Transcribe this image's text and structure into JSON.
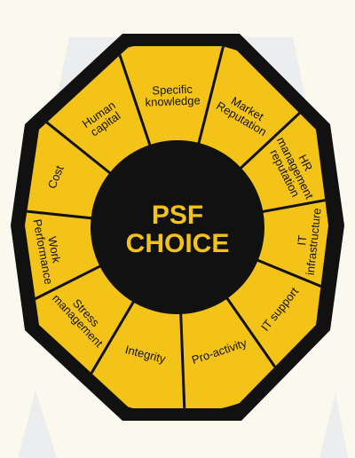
{
  "diagram": {
    "center": {
      "line1": "PSF",
      "line2": "CHOICE"
    },
    "segments": [
      {
        "lines": [
          "Cost"
        ]
      },
      {
        "lines": [
          "Human",
          "capital"
        ]
      },
      {
        "lines": [
          "Specific",
          "knowledge"
        ]
      },
      {
        "lines": [
          "Market",
          "Reputation"
        ]
      },
      {
        "lines": [
          "HR",
          "management",
          "reputation"
        ]
      },
      {
        "lines": [
          "IT",
          "infrastructure"
        ]
      },
      {
        "lines": [
          "IT support"
        ]
      },
      {
        "lines": [
          "Pro-activity"
        ]
      },
      {
        "lines": [
          "Integrity"
        ]
      },
      {
        "lines": [
          "Stress",
          "management"
        ]
      },
      {
        "lines": [
          "Work",
          "Performance"
        ]
      }
    ],
    "colors": {
      "background": "#fbf9ee",
      "ghost": "#ecedee",
      "frame": "#111111",
      "segment": "#f3c318",
      "divider": "#111111",
      "hub": "#111111",
      "center_text": "#f3c318"
    }
  }
}
